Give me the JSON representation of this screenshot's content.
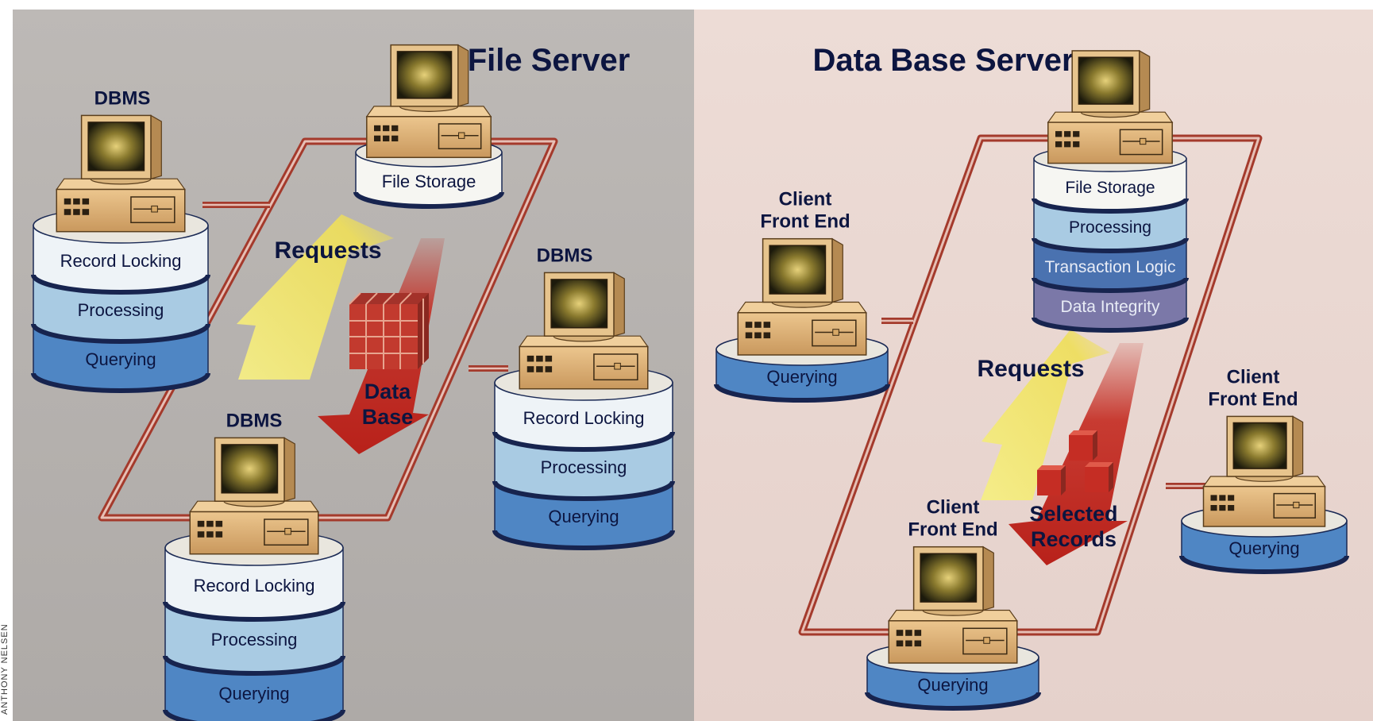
{
  "credit": "ANTHONY NELSEN",
  "colors": {
    "left_panel": "#b5b1ae",
    "right_panel": "#e9d6d0",
    "network_line": "#a43a2c",
    "computer_case": "#d9ad72",
    "request_arrow": "#f2e66a",
    "response_arrow": "#c62a22",
    "label_text": "#0c1540"
  },
  "left_panel": {
    "title": "File Server",
    "server": {
      "label": "",
      "layers": [
        "File Storage"
      ]
    },
    "clients": [
      {
        "label": "DBMS",
        "layers": [
          "Record Locking",
          "Processing",
          "Querying"
        ]
      },
      {
        "label": "DBMS",
        "layers": [
          "Record Locking",
          "Processing",
          "Querying"
        ]
      },
      {
        "label": "DBMS",
        "layers": [
          "Record Locking",
          "Processing",
          "Querying"
        ]
      }
    ],
    "request_label": "Requests",
    "response_label_line1": "Data",
    "response_label_line2": "Base",
    "response_icon": "database-grid-cube-icon"
  },
  "right_panel": {
    "title": "Data Base Server",
    "server": {
      "label": "",
      "layers": [
        "File Storage",
        "Processing",
        "Transaction Logic",
        "Data Integrity"
      ]
    },
    "clients": [
      {
        "label_line1": "Client",
        "label_line2": "Front End",
        "layers": [
          "Querying"
        ]
      },
      {
        "label_line1": "Client",
        "label_line2": "Front End",
        "layers": [
          "Querying"
        ]
      },
      {
        "label_line1": "Client",
        "label_line2": "Front End",
        "layers": [
          "Querying"
        ]
      }
    ],
    "request_label": "Requests",
    "response_label_line1": "Selected",
    "response_label_line2": "Records",
    "response_icon": "record-cubes-icon"
  }
}
